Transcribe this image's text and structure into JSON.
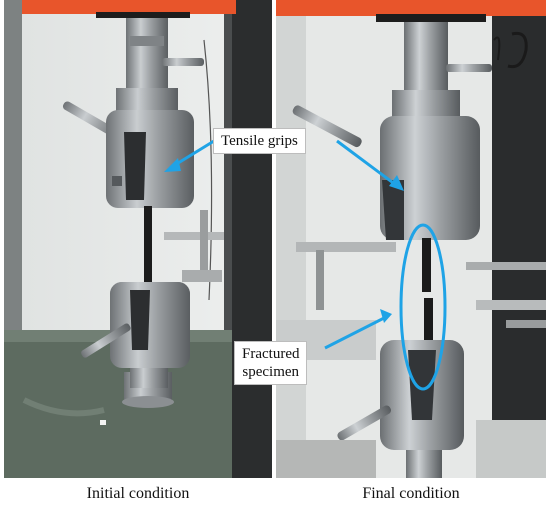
{
  "captions": {
    "left": "Initial condition",
    "right": "Final condition"
  },
  "annotations": {
    "tensile_grips": "Tensile grips",
    "fractured_specimen_line1": "Fractured",
    "fractured_specimen_line2": "specimen"
  },
  "colors": {
    "frame_orange": "#e8552b",
    "arrow_blue": "#1fa3e6",
    "steel": "#a9adb0",
    "bench_green": "#5d6b60"
  }
}
